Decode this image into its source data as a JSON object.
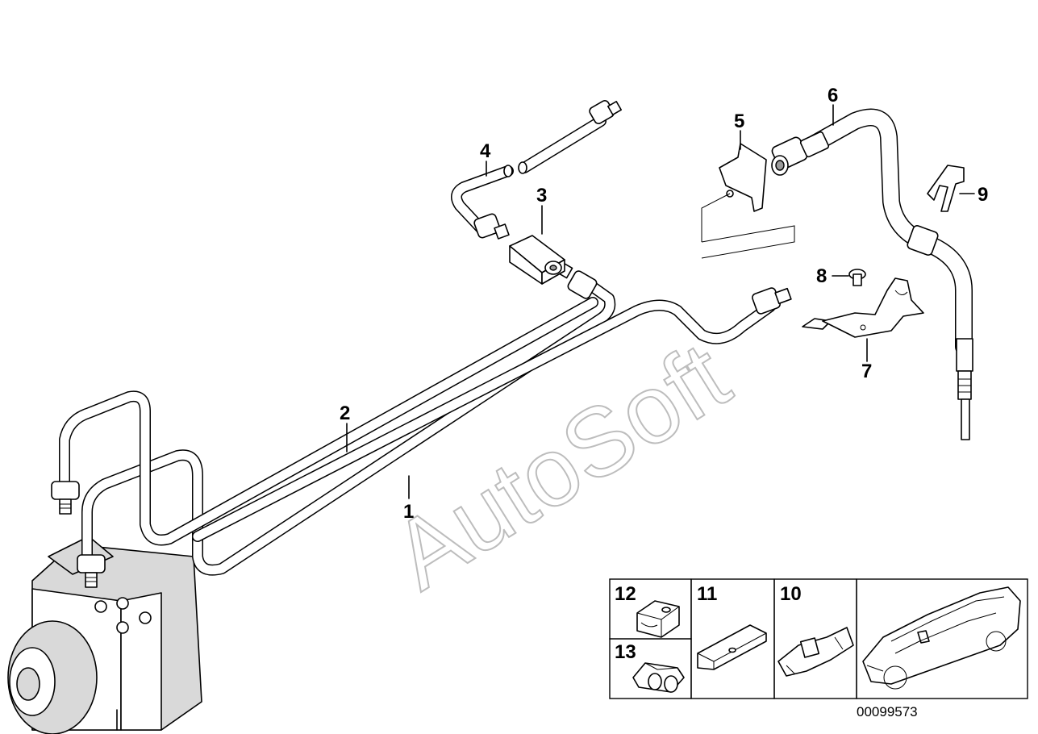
{
  "diagram": {
    "callouts": {
      "p1": "1",
      "p2": "2",
      "p3": "3",
      "p4": "4",
      "p5": "5",
      "p6": "6",
      "p7": "7",
      "p8": "8",
      "p9": "9"
    },
    "watermark": "AutoSoft",
    "inset": {
      "labels": {
        "p10": "10",
        "p11": "11",
        "p12": "12",
        "p13": "13"
      }
    },
    "document_number": "00099573"
  }
}
